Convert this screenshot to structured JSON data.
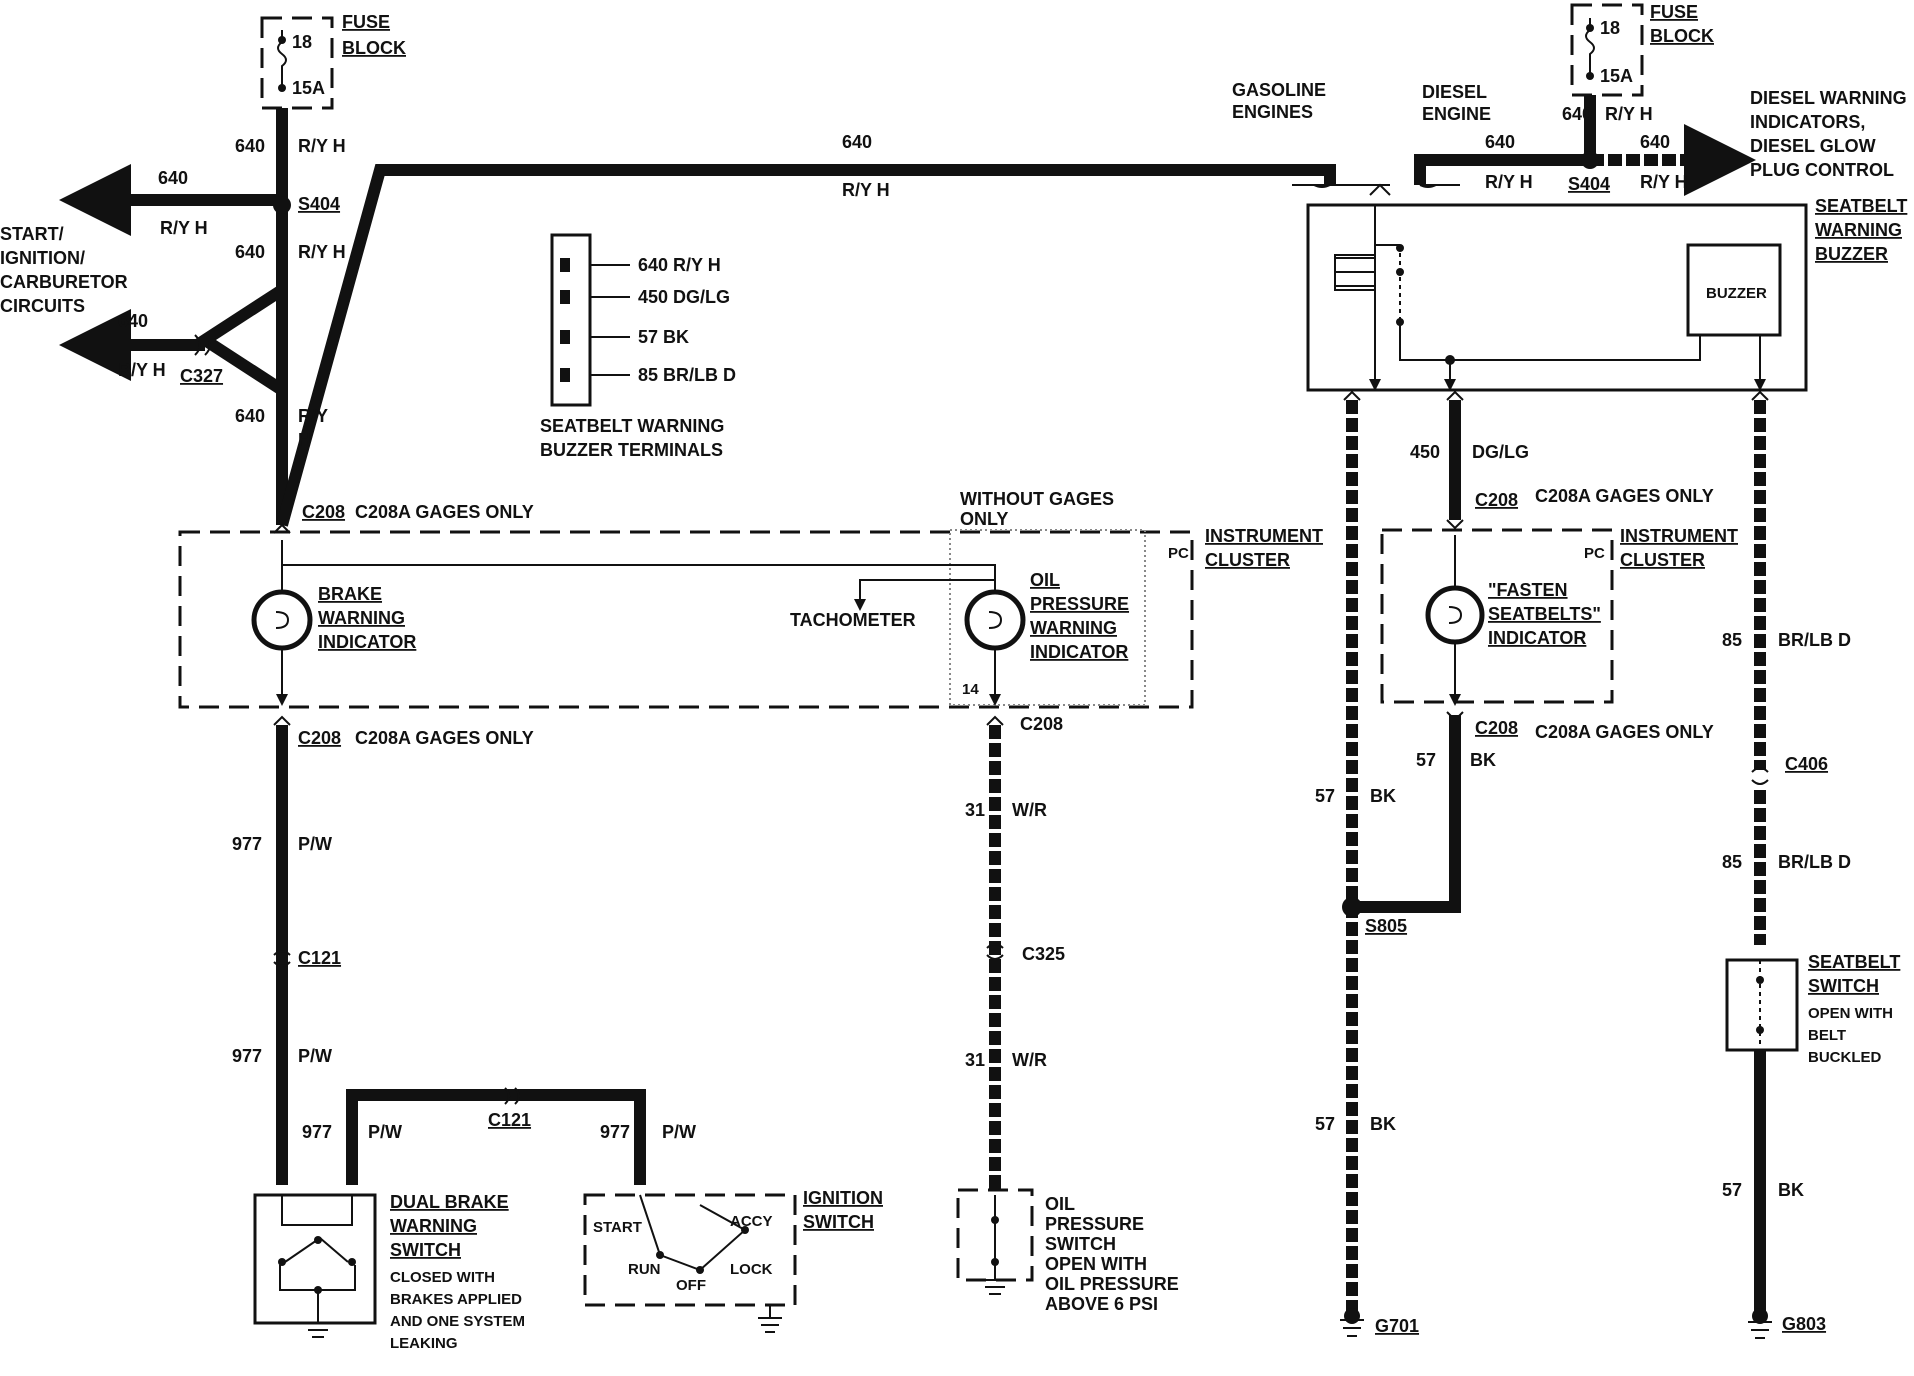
{
  "fuse_block_left": {
    "fuse": "18",
    "amp": "15A",
    "title_1": "FUSE",
    "title_2": "BLOCK"
  },
  "fuse_block_right": {
    "fuse": "18",
    "amp": "15A",
    "title_1": "FUSE",
    "title_2": "BLOCK"
  },
  "left_wires": {
    "w1_num": "640",
    "w1_color": "R/Y H",
    "splice": "S404",
    "out_num": "640",
    "out_color": "R/Y H",
    "w2_num": "640",
    "w2_color": "R/Y H",
    "c327_num": "640",
    "c327_color": "R/Y H",
    "c327": "C327",
    "w3_num": "640",
    "w3_color_1": "R/Y",
    "w3_color_2": "H",
    "start_circuits": [
      "START/",
      "IGNITION/",
      "CARBURETOR",
      "CIRCUITS"
    ]
  },
  "top_run": {
    "num": "640",
    "color": "R/Y H"
  },
  "engine_labels": {
    "gasoline_1": "GASOLINE",
    "gasoline_2": "ENGINES",
    "diesel_1": "DIESEL",
    "diesel_2": "ENGINE"
  },
  "right_top": {
    "num_a": "640",
    "color_a": "R/Y H",
    "num_b": "640",
    "color_b": "R/Y H",
    "num_c": "640",
    "color_c": "R/Y H",
    "splice": "S404",
    "diesel_out": [
      "DIESEL WARNING",
      "INDICATORS,",
      "DIESEL GLOW",
      "PLUG CONTROL"
    ]
  },
  "buzzer_terminals": {
    "pins": [
      "640 R/Y H",
      "450 DG/LG",
      "57 BK",
      "85 BR/LB D"
    ],
    "caption_1": "SEATBELT WARNING",
    "caption_2": "BUZZER TERMINALS"
  },
  "buzzer_module": {
    "title": [
      "SEATBELT",
      "WARNING",
      "BUZZER"
    ],
    "buzzer": "BUZZER"
  },
  "cluster_left": {
    "c208": "C208",
    "c208a": "C208A GAGES ONLY",
    "without_gages_1": "WITHOUT GAGES",
    "without_gages_2": "ONLY",
    "pc": "PC",
    "title_1": "INSTRUMENT",
    "title_2": "CLUSTER",
    "brake": [
      "BRAKE",
      "WARNING",
      "INDICATOR"
    ],
    "tachometer": "TACHOMETER",
    "oil": [
      "OIL",
      "PRESSURE",
      "WARNING",
      "INDICATOR"
    ],
    "pin14": "14",
    "c208_bottom": "C208",
    "c208a_bottom": "C208A GAGES ONLY",
    "c208_oil": "C208"
  },
  "brake_circuit": {
    "w1_num": "977",
    "w1_color": "P/W",
    "c121": "C121",
    "w2_num": "977",
    "w2_color": "P/W",
    "w3_num": "977",
    "w3_color": "P/W",
    "c121_b": "C121",
    "w4_num": "977",
    "w4_color": "P/W",
    "dual_brake": [
      "DUAL BRAKE",
      "WARNING",
      "SWITCH"
    ],
    "dual_brake_note": [
      "CLOSED WITH",
      "BRAKES APPLIED",
      "AND ONE SYSTEM",
      "LEAKING"
    ],
    "ignition": [
      "IGNITION",
      "SWITCH"
    ],
    "ign_positions": {
      "start": "START",
      "run": "RUN",
      "off": "OFF",
      "lock": "LOCK",
      "accy": "ACCY"
    }
  },
  "oil_circuit": {
    "w1_num": "31",
    "w1_color": "W/R",
    "c325": "C325",
    "w2_num": "31",
    "w2_color": "W/R",
    "switch": [
      "OIL",
      "PRESSURE",
      "SWITCH",
      "OPEN WITH",
      "OIL PRESSURE",
      "ABOVE 6 PSI"
    ]
  },
  "right_circuits": {
    "w450_num": "450",
    "w450_color": "DG/LG",
    "c208": "C208",
    "c208a": "C208A GAGES ONLY",
    "pc": "PC",
    "title_1": "INSTRUMENT",
    "title_2": "CLUSTER",
    "fasten": [
      "\"FASTEN",
      "SEATBELTS\"",
      "INDICATOR"
    ],
    "c208_b": "C208",
    "c208a_b": "C208A GAGES ONLY",
    "w57a_num": "57",
    "w57a_color": "BK",
    "w57b_num": "57",
    "w57b_color": "BK",
    "s805": "S805",
    "w57c_num": "57",
    "w57c_color": "BK",
    "g701": "G701",
    "w85a_num": "85",
    "w85a_color": "BR/LB D",
    "c406": "C406",
    "w85b_num": "85",
    "w85b_color": "BR/LB D",
    "seatbelt_switch": [
      "SEATBELT",
      "SWITCH"
    ],
    "seatbelt_note": [
      "OPEN WITH",
      "BELT",
      "BUCKLED"
    ],
    "w57d_num": "57",
    "w57d_color": "BK",
    "g803": "G803"
  }
}
